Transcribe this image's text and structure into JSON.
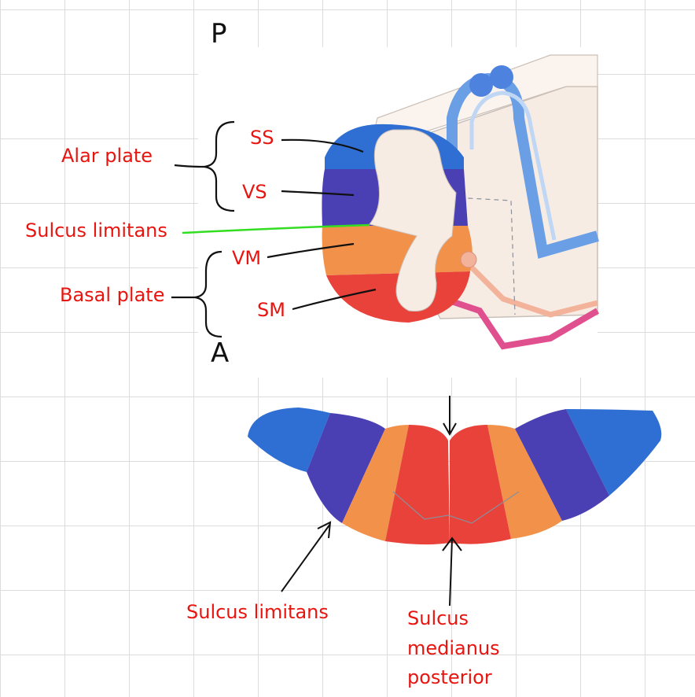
{
  "orientation": {
    "posterior": "P",
    "anterior": "A"
  },
  "upper_labels": {
    "alar_plate": "Alar plate",
    "ss": "SS",
    "vs": "VS",
    "sulcus_limitans": "Sulcus limitans",
    "vm": "VM",
    "basal_plate": "Basal plate",
    "sm": "SM"
  },
  "lower_labels": {
    "sulcus_limitans": "Sulcus limitans",
    "sulcus_medianus_posterior": [
      "Sulcus",
      "medianus",
      "posterior"
    ]
  },
  "colors": {
    "label": "#e8140f",
    "sulcus_line": "#33dd22",
    "ss_blue": "#2f6fd4",
    "vs_purple": "#4a3fb3",
    "vm_orange": "#f2914a",
    "sm_red": "#e8423a",
    "nerve_blue": "#6a9fe6",
    "nerve_pink": "#e0508f"
  }
}
